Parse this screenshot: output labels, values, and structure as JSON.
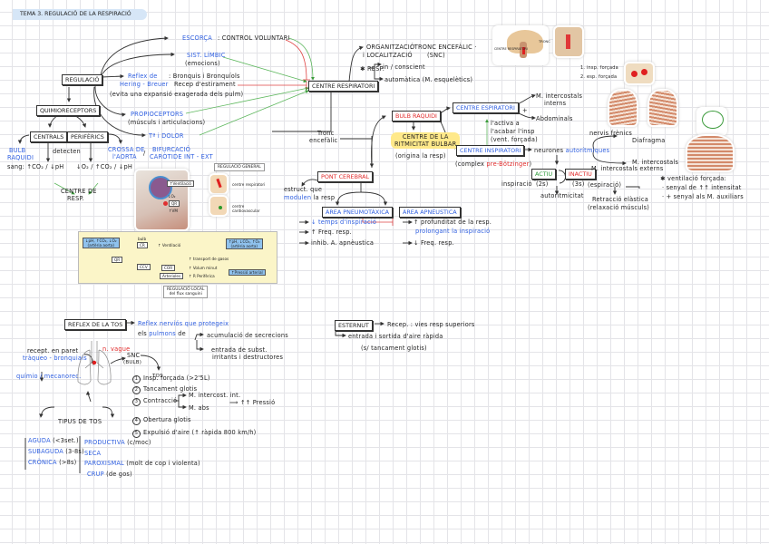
{
  "title": "TEMA 3. REGULACIÓ DE LA RESPIRACIÓ",
  "regulacio": {
    "label": "REGULACIÓ",
    "escorca": "ESCORÇA",
    "escorca_desc": ": CONTROL VOLUNTARI",
    "limbic": "SIST. LÍMBIC",
    "limbic_desc": "(emocions)",
    "hering": "Reflex de",
    "hering2": "Hering - Breuer",
    "hering_desc1": ": Bronquis i Bronquíols",
    "hering_desc2": "Recep d'estirament",
    "hering_desc3": "(evita una expansió exagerada dels pulm)",
    "proprio": "PROPIOCEPTORS",
    "proprio_desc": "(músculs i articulacions)",
    "temp": "Tª i DOLOR"
  },
  "quimio": {
    "label": "QUIMIORECEPTORS",
    "centrals": "CENTRALS",
    "periferics": "PERIFÈRICS",
    "bulb": "BULB",
    "bulb2": "RAQUIDI",
    "detecten": "detecten",
    "sang": "sang: ↑CO₂ / ↓pH",
    "perif_vals": "↓O₂ / ↑CO₂ / ↓pH",
    "crossa": "CROSSA DE",
    "crossa2": "l'AORTA",
    "bifurcacio": "BIFURCACIÓ",
    "bifurcacio2": "CARÒTIDE INT - EXT",
    "centre": "CENTRE DE",
    "centre2": "RESP."
  },
  "centre_resp": {
    "label": "CENTRE RESPIRATORI",
    "org": "ORGANITZACIÓ",
    "org2": "i LOCALITZACIÓ",
    "org_desc": ": TRONC ENCEFÀLIC ·",
    "org_snc": "(SNC)",
    "resp": "✱ RESP.",
    "inconscient": "in / conscient",
    "automatica": "automàtica (M. esquelètics)",
    "tronc": "Tronc",
    "tronc2": "encefàlic",
    "img_label": "CENTRE RESPIRATORI",
    "img2_label": "TRONC"
  },
  "bulb": {
    "label": "BULB RAQUIDI",
    "ritmicitat1": "CENTRE DE LA",
    "ritmicitat2": "RITMICITAT BULBAR",
    "origina": "(origina la resp)",
    "espiratori": "CENTRE ESPIRATORI",
    "plus": "+",
    "intercostals": "M. intercostals",
    "interns": "interns",
    "abdominals": "Abdominals",
    "activa1": "l'activa a",
    "activa2": "l'acabar l'insp",
    "activa3": "(vent. forçada)",
    "inspiratori": "CENTRE INSPIRATORI",
    "complex": "(complex ",
    "prebot": "pre-Bötzinger",
    "complex_end": ")",
    "neurones": "neurones ",
    "autoritmiques": "autorítmiques",
    "actiu": "ACTIU",
    "inactiu": "INACTIU",
    "inspiracio": "inspiració",
    "t2s": "(2s)",
    "t3s": "(3s)",
    "espiracio": "(espiració)",
    "autoritmicitat": "autoritmicitat",
    "retraccio": "Retracció elàstica",
    "relaxacio": "(relaxació músculs)",
    "nervis": "nervis frènics",
    "diafragma": "Diafragma",
    "m_intercostals": "M. intercostals",
    "m_intercostals_ext": "M. intercostals externs",
    "forcada1": "1. insp. forçada",
    "forcada2": "2. esp. forçada",
    "vent_forcada": "✱ ventilació forçada:",
    "senyal1": "· senyal de ↑↑ intensitat",
    "senyal2": "· + senyal als M. auxiliars"
  },
  "pont": {
    "label": "PONT CEREBRAL",
    "estruct": "estruct. que",
    "moduler": "modulen",
    "moduler2": " la resp",
    "pneumo": "ÀREA PNEUMOTÀXICA",
    "apneu": "ÀREA APNÈUSTICA",
    "p1": "↓ temps d'inspiració",
    "p2": "↑ Freq. resp.",
    "p3": "inhib. A. apnèustica",
    "a1": "↑ profunditat de la resp.",
    "a2": "prolongant la inspiració",
    "a3": "↓ Freq. resp."
  },
  "figure": {
    "general": "REGULACIÓ GENERAL",
    "ventilacio": "↑Ventilació",
    "o2": "↓O₂",
    "qr": "QR",
    "vm": "↑VM",
    "centre_resp": "centre respiratori",
    "centre_cv": "centre cardiovascular",
    "arteria1": "↓pH, ↑CO₂, ↓O₂",
    "arteria1b": "(artèria aorta)",
    "bulb": "bulb",
    "cr": "CR",
    "ccv": "CCV",
    "vent2": "↑ Ventilació",
    "transport": "↑ transport de gasos",
    "cor": "COR",
    "volum": "↑ Volum minut",
    "arterioles": "Arterioles",
    "rperif": "↑ R Perifèrica",
    "arteria2": "↑pH, ↓CO₂, ↑O₂",
    "arteria2b": "(artèria aorta)",
    "pressio": "↑Pressió arterial",
    "local1": "REGULACIÓ LOCAL",
    "local2": "del flux sanguini"
  },
  "tos": {
    "label": "REFLEX DE LA TOS",
    "desc1": "Reflex nerviós que protegeix",
    "desc2a": "els ",
    "pulmons": "pulmons",
    "desc2b": " de",
    "acum": "acumulació de secrecions",
    "entrada1": "entrada de subst.",
    "entrada2": "irritants i destructores",
    "recept1": "recept. en paret",
    "recept2": "tràqueo - bronquials",
    "quimio": "químio / mecanorec.",
    "vague": "n. vague",
    "snc": "SNC",
    "snc2": "(BULB)",
    "tos": "TOS",
    "s1": "Insp. forçada (>2'5L)",
    "s2": "Tancament glotis",
    "s3": "Contracció",
    "s3a": "M. intercost. int.",
    "s3b": "M. abs",
    "s3c": "⟹ ↑↑ Pressió",
    "s4": "Obertura glotis",
    "s5": "Expulsió d'aire (↑ ràpida 800 km/h)",
    "tipus": "TIPUS DE TOS",
    "aguda": "AGUDA",
    "aguda_t": "(<3set.)",
    "subaguda": "SUBAGUDA",
    "subaguda_t": "(3-8s)",
    "cronica": "CRÒNICA",
    "cronica_t": "(>8s)",
    "productiva": "PRODUCTIVA",
    "productiva_t": "(c/moc)",
    "seca": "SECA",
    "paroxismal": "PAROXISMAL",
    "paroxismal_t": "(molt de cop i violenta)",
    "crup": "CRUP",
    "crup_t": "(de gos)"
  },
  "esternut": {
    "label": "ESTERNUT",
    "desc1": "Recep. : vies resp superiors",
    "desc2": "entrada i sortida d'aire ràpida",
    "desc3": "(s/ tancament glotis)"
  }
}
